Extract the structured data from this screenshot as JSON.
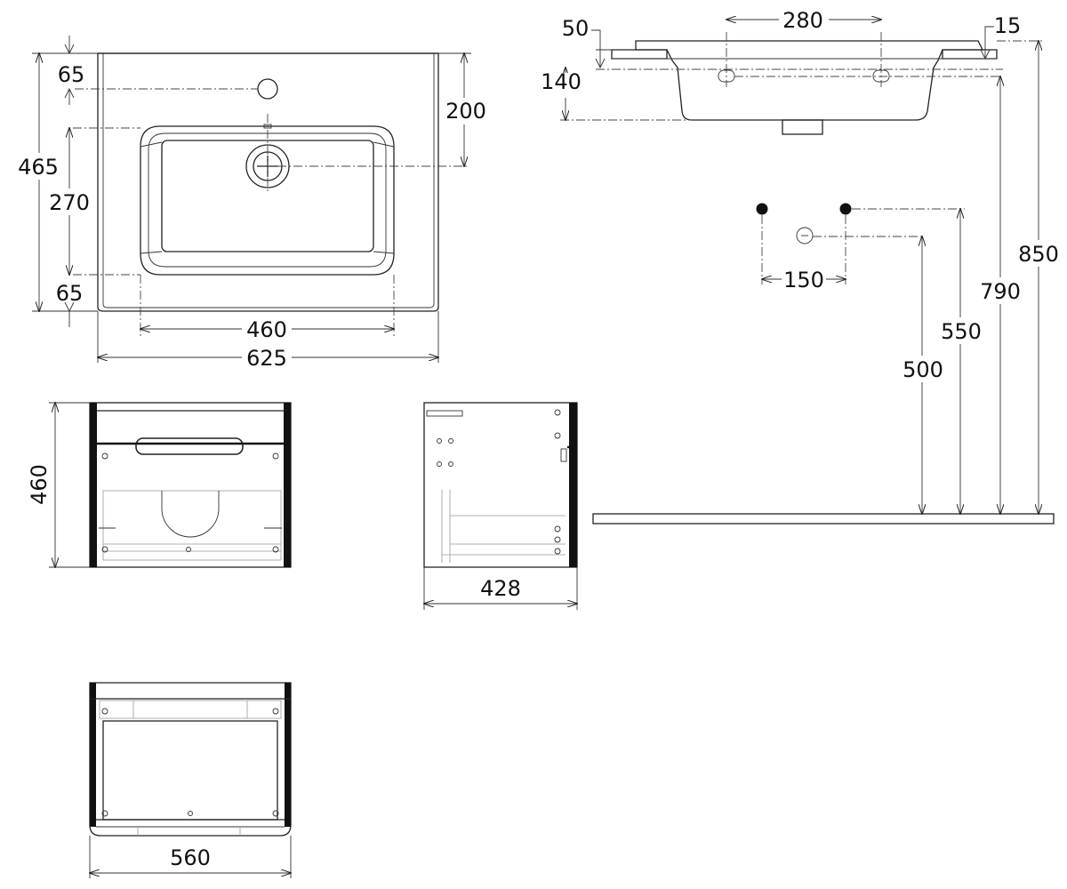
{
  "top_view": {
    "d_65_top": "65",
    "d_465": "465",
    "d_270": "270",
    "d_65_bottom": "65",
    "d_200": "200",
    "d_460": "460",
    "d_625": "625"
  },
  "section_view": {
    "d_50": "50",
    "d_280": "280",
    "d_15": "15",
    "d_140": "140"
  },
  "wall_view": {
    "d_150": "150",
    "d_500": "500",
    "d_550": "550",
    "d_790": "790",
    "d_850": "850"
  },
  "cabinet_front": {
    "d_460": "460"
  },
  "cabinet_side": {
    "d_428": "428"
  },
  "cabinet_back": {
    "d_560": "560"
  }
}
